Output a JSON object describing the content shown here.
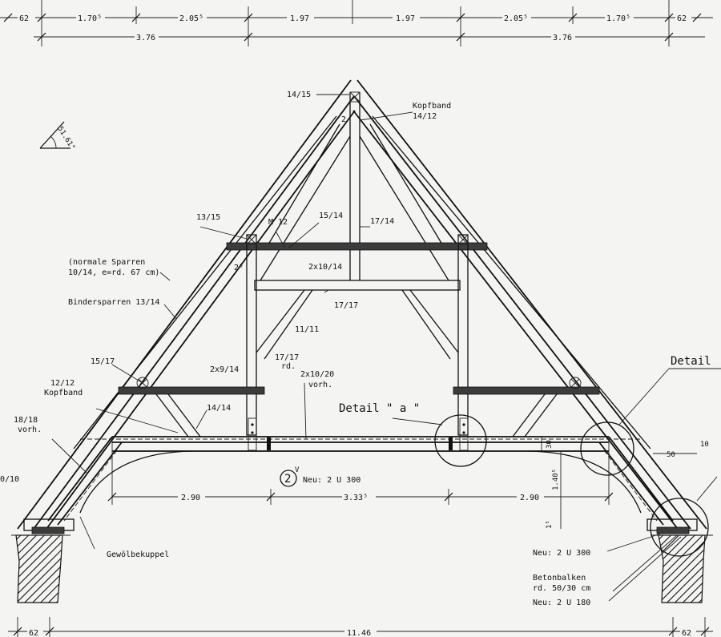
{
  "top_dims": {
    "left": [
      "62",
      "1.70⁵",
      "2.05⁵",
      "1.97"
    ],
    "right": [
      "1.97",
      "2.05⁵",
      "1.70⁵",
      "62"
    ],
    "sub_left": "3.76",
    "sub_right": "3.76"
  },
  "angle": "51.61°",
  "labels": {
    "ridge": "14/15",
    "kopfband_top": "Kopfband",
    "kopfband_top_size": "14/12",
    "ridge_gap": "2",
    "collar_left_post": "13/15",
    "m12": "M 12",
    "brace_1514": "15/14",
    "post_1714": "17/14",
    "collar_beam": "2x10/14",
    "gap_25": "2⁵",
    "normal_rafters_1": "(normale Sparren",
    "normal_rafters_2": "10/14, e=rd. 67 cm)",
    "binder_rafter": "Bindersparren 13/14",
    "tie_1717": "17/17",
    "brace_1111": "11/11",
    "post_1717": "17/17",
    "post_1717_rd": "rd.",
    "lower_collar": "2x9/14",
    "beam_main": "2x10/20",
    "beam_main_vorh": "vorh.",
    "strut_1517": "15/17",
    "kopfband_12": "12/12",
    "kopfband_12_name": "Kopfband",
    "brace_1414": "14/14",
    "detail_a": "Detail \" a \"",
    "detail_right": "Detail",
    "post_1818": "18/18",
    "post_1818_vorh": "vorh.",
    "left_1010": "0/10",
    "new_beam_num": "2",
    "new_beam_v": "V",
    "new_beam": "Neu: 2 U 300",
    "dim_30": "30",
    "dim_140": "1.40⁵",
    "dim_15": "1⁵",
    "dim_50": "50",
    "dim_10": "10",
    "vault": "Gewölbekuppel",
    "neu_u300": "Neu: 2 U 300",
    "beton_1": "Betonbalken",
    "beton_2": "rd. 50/30 cm",
    "neu_u180": "Neu: 2 U 180"
  },
  "span_dims": [
    "2.90",
    "3.33⁵",
    "2.90"
  ],
  "bottom_dims": [
    "62",
    "11.46",
    "62"
  ]
}
